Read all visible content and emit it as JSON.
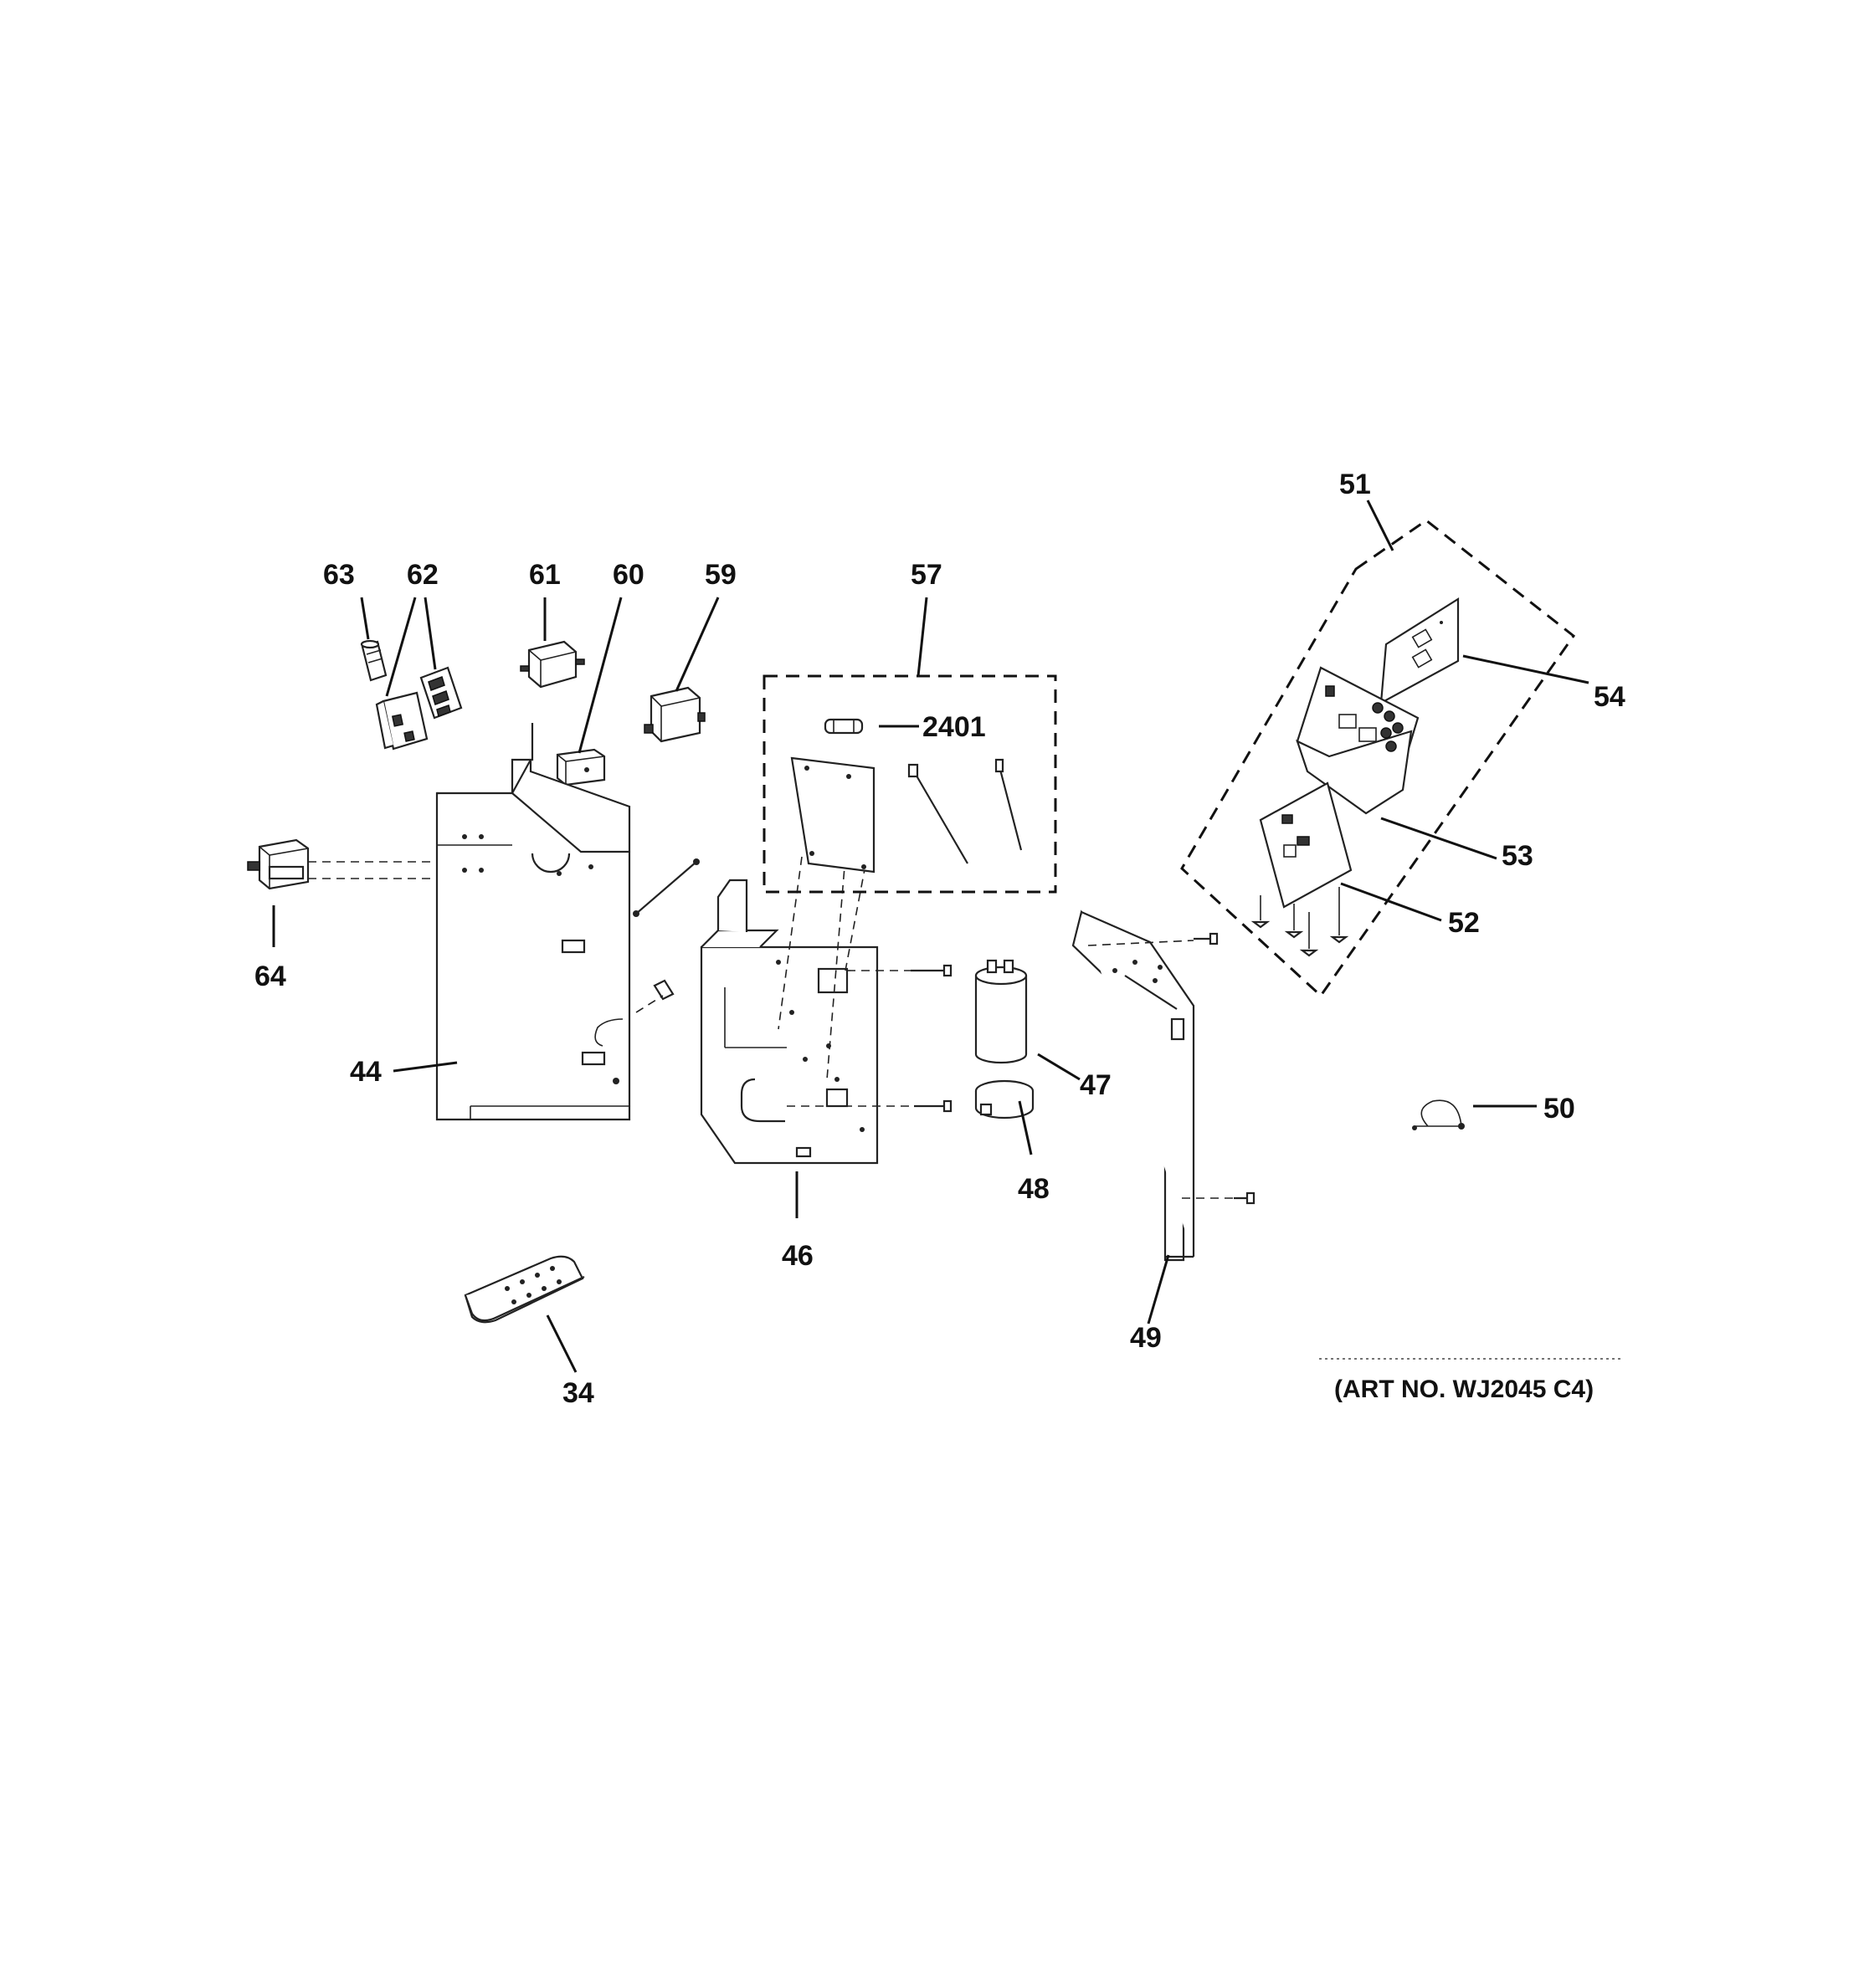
{
  "diagram": {
    "labels": {
      "p34": "34",
      "p44": "44",
      "p46": "46",
      "p47": "47",
      "p48": "48",
      "p49": "49",
      "p50": "50",
      "p51": "51",
      "p52": "52",
      "p53": "53",
      "p54": "54",
      "p57": "57",
      "p59": "59",
      "p60": "60",
      "p61": "61",
      "p62": "62",
      "p63": "63",
      "p64": "64",
      "p2401": "2401"
    },
    "art_number": "(ART NO. WJ2045 C4)"
  }
}
